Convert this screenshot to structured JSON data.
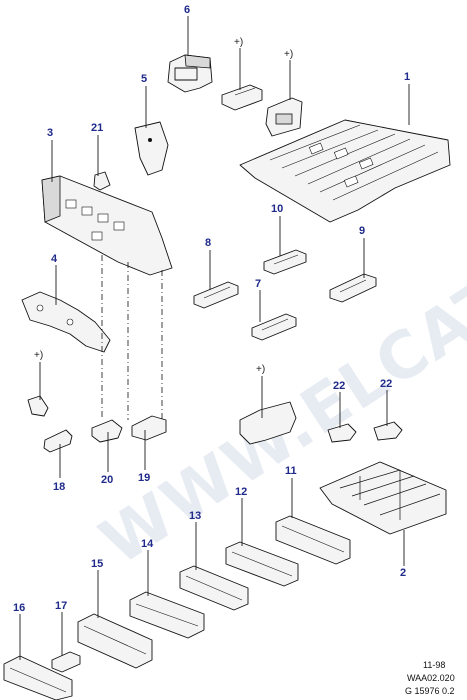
{
  "watermark": "WWW.ELCATS.RU",
  "footer": {
    "line1": "11-98",
    "line2": "WAA02.020",
    "line3": "G 15976 0.2"
  },
  "plus_marker": "+)",
  "callouts": {
    "c1": "1",
    "c2": "2",
    "c3": "3",
    "c4": "4",
    "c5": "5",
    "c6": "6",
    "c7": "7",
    "c8": "8",
    "c9": "9",
    "c10": "10",
    "c11": "11",
    "c12": "12",
    "c13": "13",
    "c14": "14",
    "c15": "15",
    "c16": "16",
    "c17": "17",
    "c18": "18",
    "c19": "19",
    "c20": "20",
    "c21": "21",
    "c22a": "22",
    "c22b": "22"
  },
  "colors": {
    "callout": "#1f2a8a",
    "line": "#111111",
    "watermark": "#e7ecf3"
  }
}
